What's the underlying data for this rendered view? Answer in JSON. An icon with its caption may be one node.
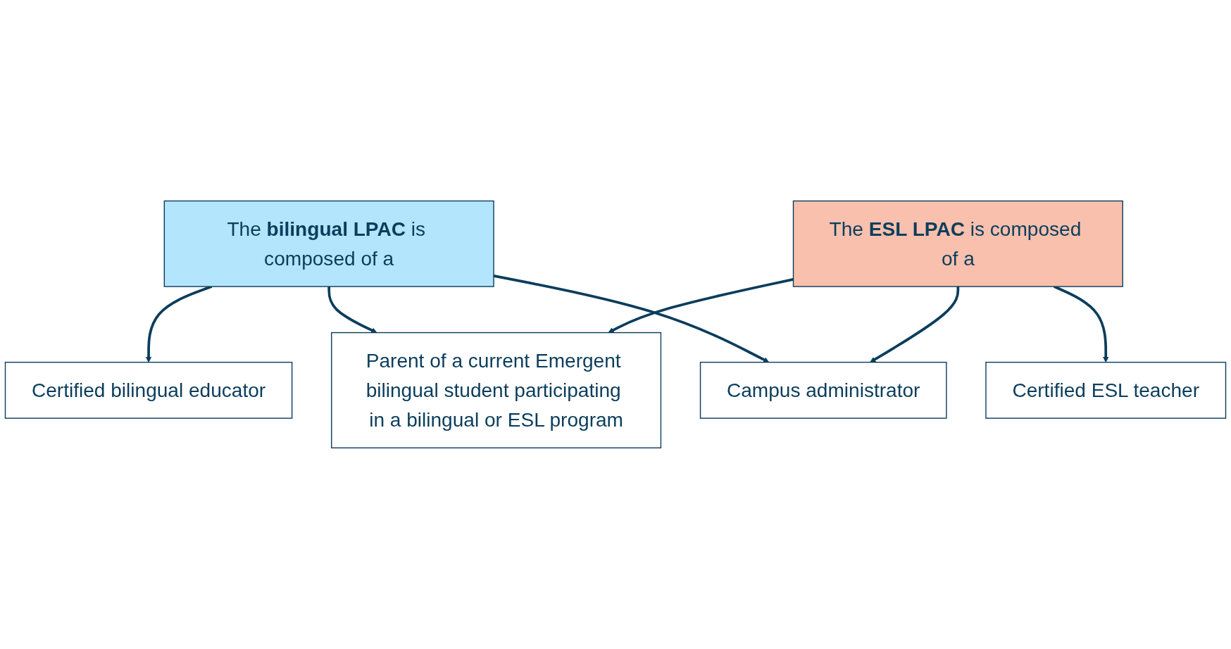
{
  "diagram": {
    "nodes": [
      {
        "text": [
          "The **bilingual LPAC** is composed of a"
        ]
      },
      {
        "text": [
          "The **ESL LPAC** is composed of a"
        ]
      },
      {
        "text": [
          "Campus administrator"
        ]
      },
      {
        "text": [
          "Parent of a current Emergent bilingual student participating in a bilingual or ESL program"
        ]
      },
      {
        "text": [
          "Certified bilingual educator"
        ]
      },
      {
        "text": [
          "Certified ESL teacher"
        ]
      }
    ],
    "edges": [
      {
        "from": 0,
        "to": 4,
        "arrow": "to"
      },
      {
        "from": 0,
        "to": 3,
        "arrow": "to"
      },
      {
        "from": 0,
        "to": 2,
        "arrow": "to"
      },
      {
        "from": 1,
        "to": 2,
        "arrow": "to"
      },
      {
        "from": 1,
        "to": 3,
        "arrow": "to"
      },
      {
        "from": 1,
        "to": 5,
        "arrow": "to"
      }
    ]
  }
}
